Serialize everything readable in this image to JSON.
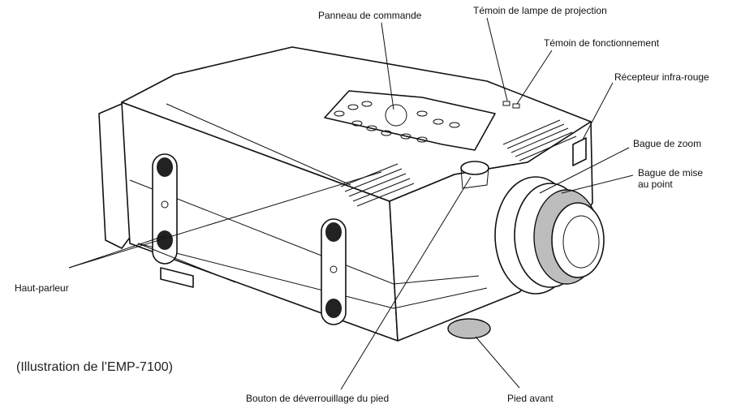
{
  "labels": {
    "panneau": "Panneau de commande",
    "temoin_lampe": "Témoin de lampe de projection",
    "temoin_fonct": "Témoin de fonctionnement",
    "recepteur": "Récepteur infra-rouge",
    "bague_zoom": "Bague de zoom",
    "bague_mise_1": "Bague de mise",
    "bague_mise_2": "au point",
    "haut_parleur": "Haut-parleur",
    "bouton": "Bouton de déverrouillage du pied",
    "pied_avant": "Pied avant"
  },
  "caption": "(Illustration de l’EMP-7100)"
}
